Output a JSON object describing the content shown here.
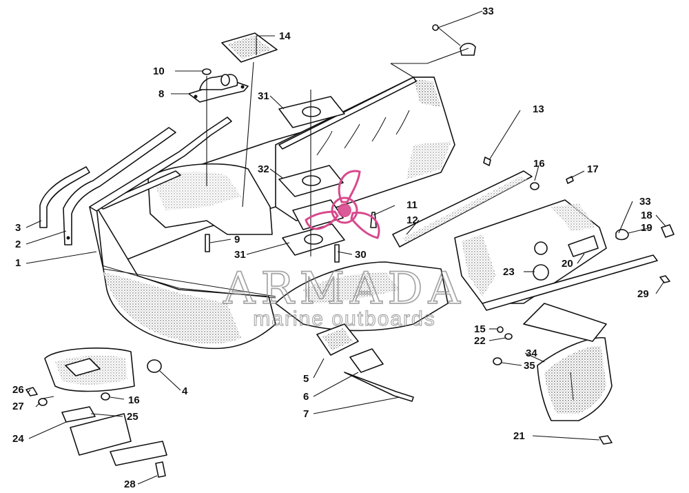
{
  "watermark": {
    "title": "ARMADA",
    "subtitle": "marine outboards",
    "logo_color": "#d8488c",
    "text_color": "#8a8a8a"
  },
  "callouts": [
    {
      "id": "c1",
      "label": "1"
    },
    {
      "id": "c2",
      "label": "2"
    },
    {
      "id": "c3",
      "label": "3"
    },
    {
      "id": "c4",
      "label": "4"
    },
    {
      "id": "c5",
      "label": "5"
    },
    {
      "id": "c6",
      "label": "6"
    },
    {
      "id": "c7",
      "label": "7"
    },
    {
      "id": "c8",
      "label": "8"
    },
    {
      "id": "c9",
      "label": "9"
    },
    {
      "id": "c10",
      "label": "10"
    },
    {
      "id": "c11",
      "label": "11"
    },
    {
      "id": "c12",
      "label": "12"
    },
    {
      "id": "c13",
      "label": "13"
    },
    {
      "id": "c14",
      "label": "14"
    },
    {
      "id": "c15",
      "label": "15"
    },
    {
      "id": "c16a",
      "label": "16"
    },
    {
      "id": "c16b",
      "label": "16"
    },
    {
      "id": "c17",
      "label": "17"
    },
    {
      "id": "c18",
      "label": "18"
    },
    {
      "id": "c19",
      "label": "19"
    },
    {
      "id": "c20",
      "label": "20"
    },
    {
      "id": "c21",
      "label": "21"
    },
    {
      "id": "c22",
      "label": "22"
    },
    {
      "id": "c23",
      "label": "23"
    },
    {
      "id": "c24",
      "label": "24"
    },
    {
      "id": "c25",
      "label": "25"
    },
    {
      "id": "c26",
      "label": "26"
    },
    {
      "id": "c27",
      "label": "27"
    },
    {
      "id": "c28",
      "label": "28"
    },
    {
      "id": "c29",
      "label": "29"
    },
    {
      "id": "c30",
      "label": "30"
    },
    {
      "id": "c31a",
      "label": "31"
    },
    {
      "id": "c31b",
      "label": "31"
    },
    {
      "id": "c32",
      "label": "32"
    },
    {
      "id": "c33a",
      "label": "33"
    },
    {
      "id": "c33b",
      "label": "33"
    },
    {
      "id": "c34",
      "label": "34"
    },
    {
      "id": "c35",
      "label": "35"
    }
  ]
}
